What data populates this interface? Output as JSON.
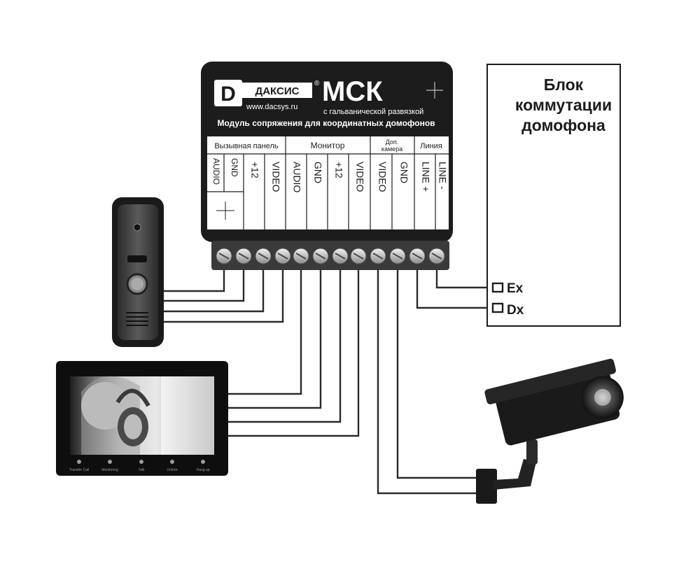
{
  "module": {
    "brand": "ДАКСИС",
    "brand_mark": "®",
    "brand_logo_letter": "D",
    "website": "www.dacsys.ru",
    "model": "МСК",
    "model_subtitle": "с гальванической развязкой",
    "description": "Модуль сопряжения для координатных домофонов",
    "groups": [
      "Вызывная панель",
      "Монитор",
      "Доп. камера",
      "Линия"
    ],
    "terminal_labels": [
      "AUDIO",
      "GND",
      "+12",
      "VIDEO",
      "AUDIO",
      "GND",
      "+12",
      "VIDEO",
      "VIDEO",
      "GND",
      "LINE +",
      "LINE -"
    ]
  },
  "commutation_block": {
    "title_lines": [
      "Блок",
      "коммутации",
      "домофона"
    ],
    "terminals": [
      "Ex",
      "Dx"
    ]
  },
  "monitor": {
    "buttons": [
      "Transfer Call",
      "Monitoring",
      "Talk",
      "Unlock",
      "Hang up"
    ]
  },
  "colors": {
    "module_body": "#1c1c1c",
    "panel": "#ffffff",
    "wire": "#2a2a2a",
    "terminal": "#d9d9d9"
  }
}
